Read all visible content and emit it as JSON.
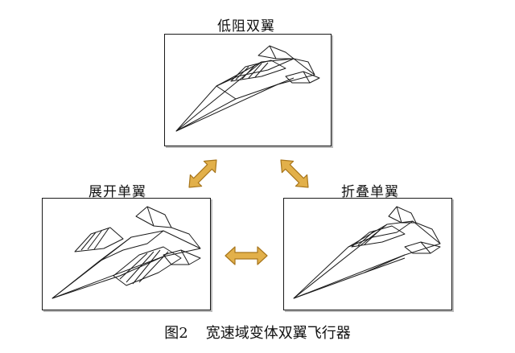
{
  "figure": {
    "caption_number": "图2",
    "caption_text": "宽速域变体双翼飞行器"
  },
  "states": {
    "top": {
      "label": "低阻双翼"
    },
    "left": {
      "label": "展开单翼"
    },
    "right": {
      "label": "折叠单翼"
    }
  },
  "colors": {
    "arrow_fill": "#e2b04a",
    "arrow_stroke": "#a8761c"
  }
}
